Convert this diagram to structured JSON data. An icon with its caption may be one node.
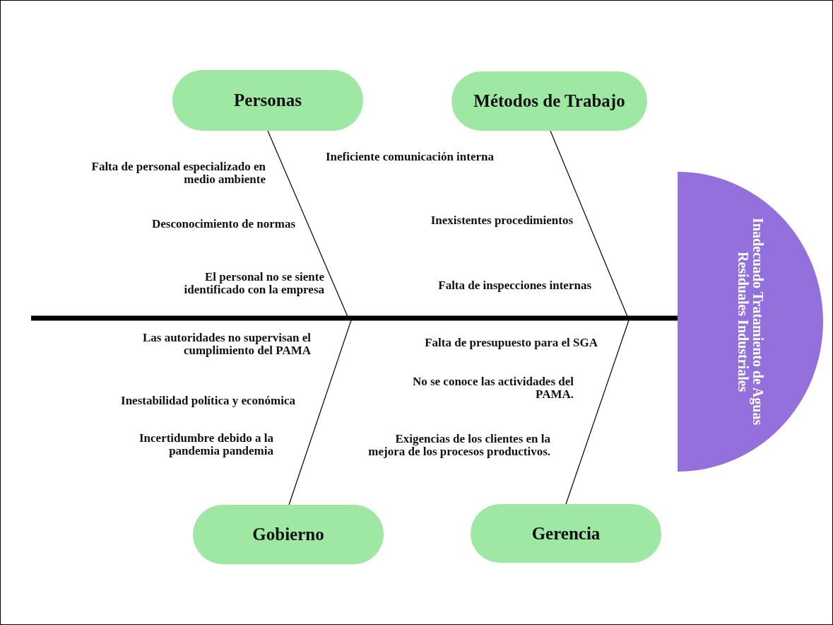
{
  "diagram": {
    "nodes": [
      {
        "text": [
          "Personas"
        ]
      },
      {
        "text": [
          "Métodos de Trabajo"
        ]
      },
      {
        "text": [
          "Inadecuado Tratamiento de Aguas Residuales Industriales"
        ]
      },
      {
        "text": [
          "Gobierno"
        ]
      },
      {
        "text": [
          "Gerencia"
        ]
      }
    ],
    "edges": [
      {
        "from": 0,
        "to": null,
        "arrow": "none"
      },
      {
        "from": 1,
        "to": null,
        "arrow": "none"
      },
      {
        "from": 3,
        "to": null,
        "arrow": "none"
      },
      {
        "from": 4,
        "to": null,
        "arrow": "none"
      },
      {
        "from": null,
        "to": 2,
        "arrow": "none",
        "style": "thick"
      }
    ],
    "labels": [
      "Falta de personal especializado en medio ambiente",
      "Ineficiente comunicación interna",
      "Desconocimiento de normas",
      "Inexistentes procedimientos",
      "El personal no se siente identificado con la empresa",
      "Falta de inspecciones internas",
      "Las autoridades no supervisan el cumplimiento del PAMA",
      "Falta de presupuesto para el SGA",
      "No se conoce las actividades del PAMA.",
      "Inestabilidad política y económica",
      "Incertidumbre debido a la pandemia pandemia",
      "Exigencias de los clientes en la mejora de los procesos productivos."
    ]
  }
}
